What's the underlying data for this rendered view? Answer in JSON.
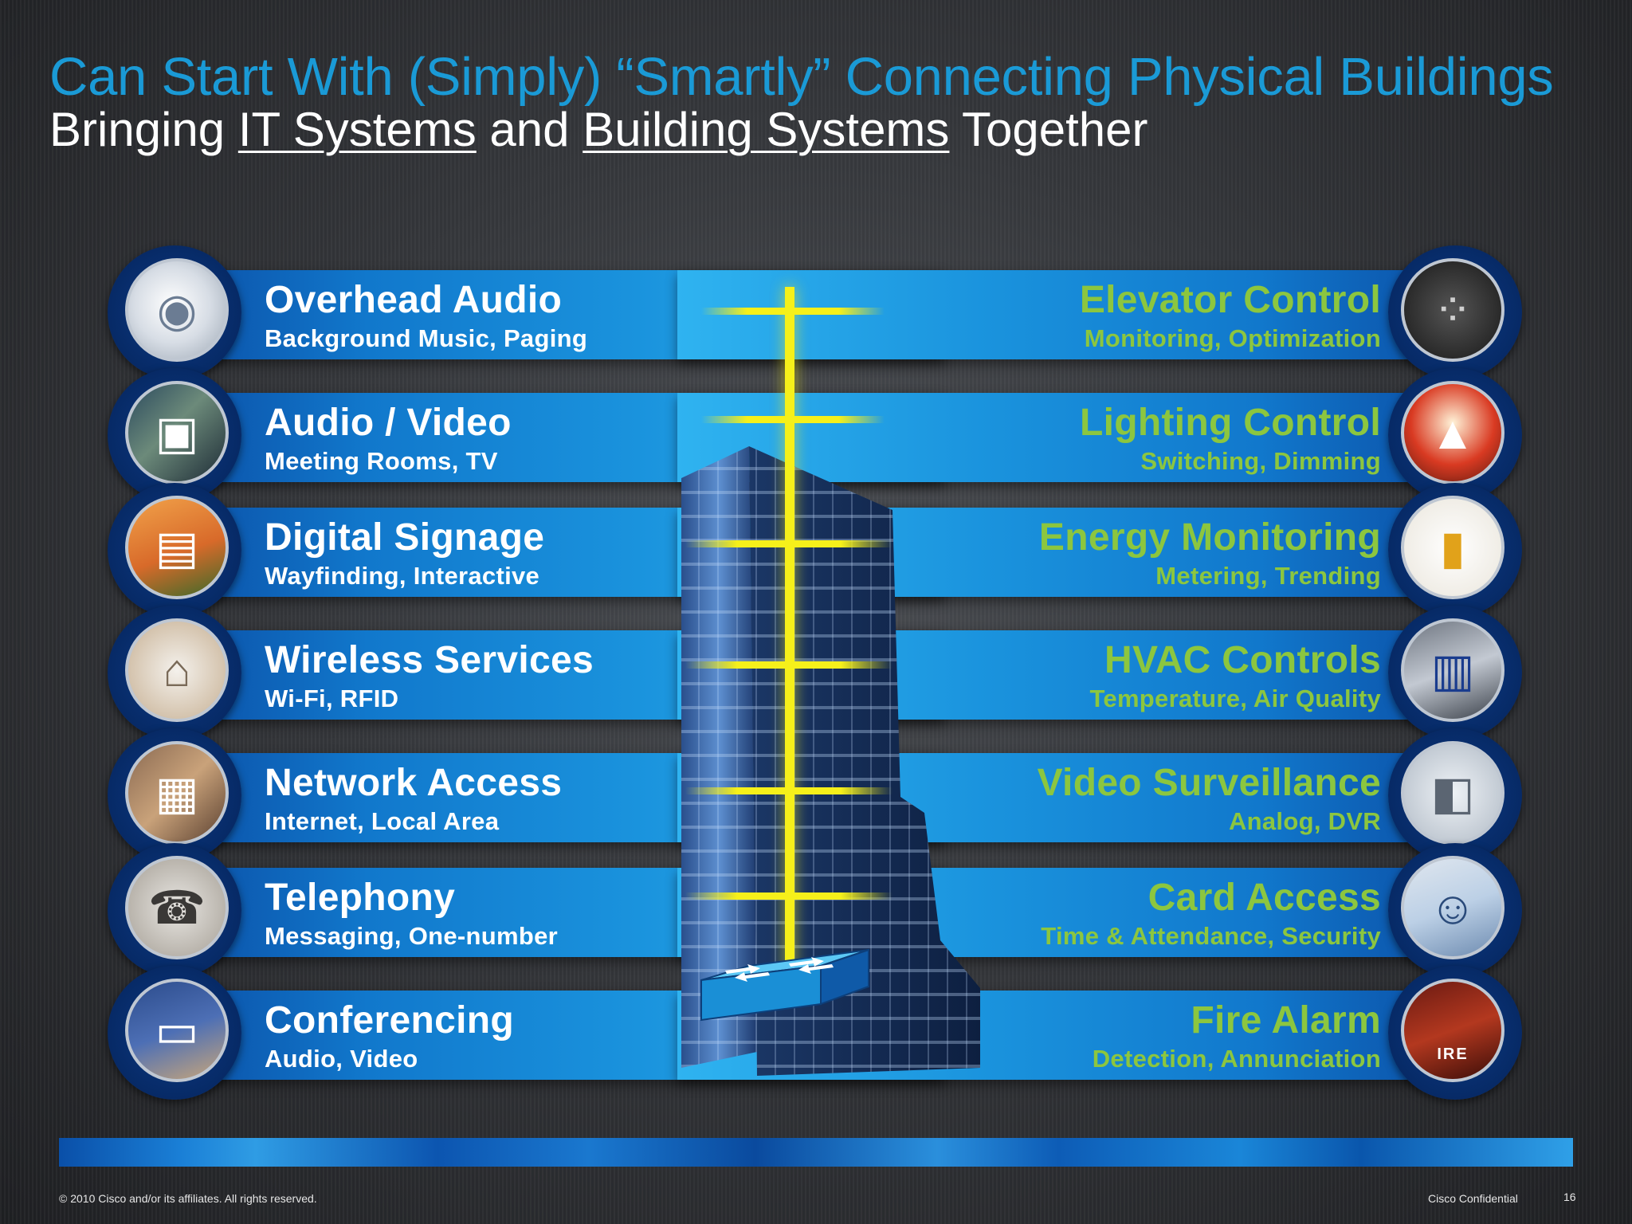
{
  "title": "Can Start With (Simply) “Smartly” Connecting Physical Buildings",
  "subtitle": {
    "before": "Bringing ",
    "link1": "IT Systems",
    "middle": " and ",
    "link2": "Building Systems",
    "after": " Together"
  },
  "left_items": [
    {
      "name": "Overhead Audio",
      "desc": "Background Music, Paging",
      "icon": "speaker-icon"
    },
    {
      "name": "Audio / Video",
      "desc": "Meeting Rooms, TV",
      "icon": "meeting-room-photo-icon"
    },
    {
      "name": "Digital Signage",
      "desc": "Wayfinding, Interactive",
      "icon": "signage-display-icon"
    },
    {
      "name": "Wireless Services",
      "desc": "Wi-Fi, RFID",
      "icon": "wireless-device-icon"
    },
    {
      "name": "Network Access",
      "desc": "Internet, Local Area",
      "icon": "network-jack-icon"
    },
    {
      "name": "Telephony",
      "desc": "Messaging, One-number",
      "icon": "phone-icon"
    },
    {
      "name": "Conferencing",
      "desc": "Audio, Video",
      "icon": "video-conference-icon"
    }
  ],
  "right_items": [
    {
      "name": "Elevator Control",
      "desc": "Monitoring, Optimization",
      "icon": "elevator-buttons-icon"
    },
    {
      "name": "Lighting Control",
      "desc": "Switching, Dimming",
      "icon": "lamp-icon"
    },
    {
      "name": "Energy Monitoring",
      "desc": "Metering, Trending",
      "icon": "meter-icon"
    },
    {
      "name": "HVAC Controls",
      "desc": "Temperature, Air Quality",
      "icon": "thermostat-panel-icon"
    },
    {
      "name": "Video Surveillance",
      "desc": "Analog, DVR",
      "icon": "security-camera-icon"
    },
    {
      "name": "Card Access",
      "desc": "Time & Attendance, Security",
      "icon": "id-badge-icon"
    },
    {
      "name": "Fire Alarm",
      "desc": "Detection, Annunciation",
      "icon": "fire-alarm-icon",
      "icon_text": "IRE"
    }
  ],
  "footer": {
    "copyright": "© 2010 Cisco and/or its affiliates. All rights reserved.",
    "confidential": "Cisco Confidential",
    "page": "16"
  },
  "colors": {
    "title": "#1a9ad6",
    "left_text": "#ffffff",
    "right_text": "#8cc63f",
    "band": "#1a93dd",
    "spine": "#f6f01a"
  }
}
